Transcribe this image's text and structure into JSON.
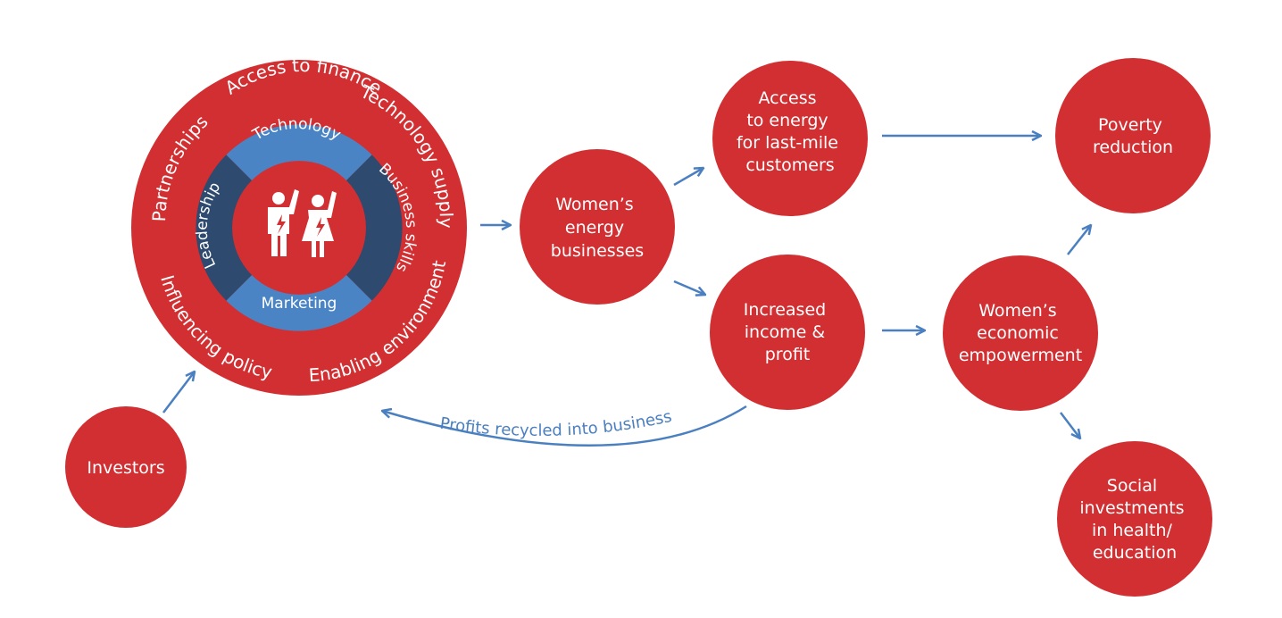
{
  "colors": {
    "red": "#d22f32",
    "blue": "#4a7fc0",
    "light_blue": "#4b84c4",
    "dark_blue": "#2e4a6e",
    "white": "#ffffff"
  },
  "hub": {
    "outer_ring_labels": {
      "access_to_finance": "Access to finance",
      "technology_supply": "Technology supply",
      "enabling_environment": "Enabling environment",
      "influencing_policy": "Influencing policy",
      "partnerships": "Partnerships"
    },
    "inner_ring_labels": {
      "technology": "Technology",
      "business_skills": "Business skills",
      "marketing": "Marketing",
      "leadership": "Leadership"
    },
    "center_icon": "women-entrepreneurs-icon"
  },
  "nodes": {
    "womens_energy_businesses": [
      "Women’s",
      "energy",
      "businesses"
    ],
    "access_to_energy": [
      "Access",
      "to energy",
      "for last-mile",
      "customers"
    ],
    "increased_income": [
      "Increased",
      "income &",
      "profit"
    ],
    "womens_economic_empowerment": [
      "Women’s",
      "economic",
      "empowerment"
    ],
    "poverty_reduction": [
      "Poverty",
      "reduction"
    ],
    "social_investments": [
      "Social",
      "investments",
      "in health/",
      "education"
    ],
    "investors": [
      "Investors"
    ]
  },
  "loop_label": "Profits recycled into business",
  "icons": {
    "arrow": "arrow-right-icon"
  }
}
